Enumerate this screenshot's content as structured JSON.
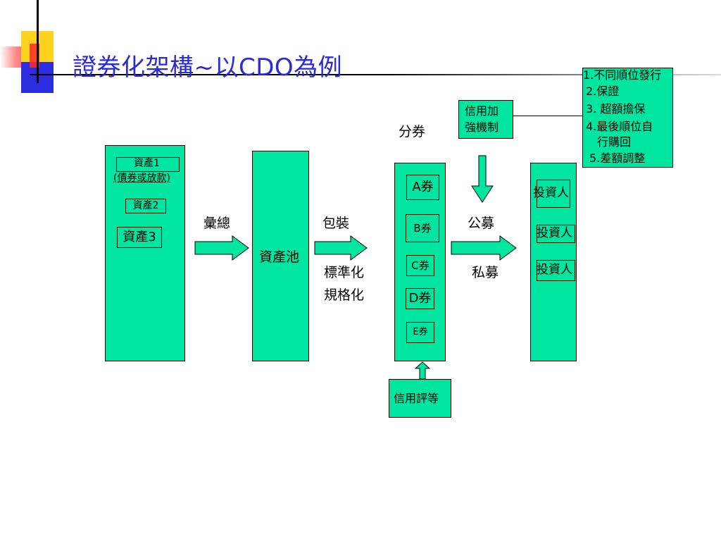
{
  "slide": {
    "title": "證券化架構~以CDO為例"
  },
  "assets": [
    "資產1",
    "(債券或放款)",
    "資產2",
    "資產3"
  ],
  "pool": "資產池",
  "tranches": [
    "A券",
    "B券",
    "C券",
    "D券",
    "E券"
  ],
  "investors": [
    "投資人",
    "投資人",
    "投資人"
  ],
  "labels": {
    "aggregate": "彙總",
    "package": "包裝",
    "standardize": "標準化",
    "normalize": "規格化",
    "split": "分券",
    "public": "公募",
    "private": "私募"
  },
  "credit_enhance": [
    "信用加",
    "強機制"
  ],
  "credit_rating": "信用評等",
  "enhance_list": [
    "1.不同順位發行",
    "2.保證",
    "3. 超額擔保",
    "4.最後順位自",
    "行購回",
    "5.差額調整"
  ],
  "colors": {
    "box_fill": "#00e6a0",
    "title": "#2b2bd6"
  }
}
